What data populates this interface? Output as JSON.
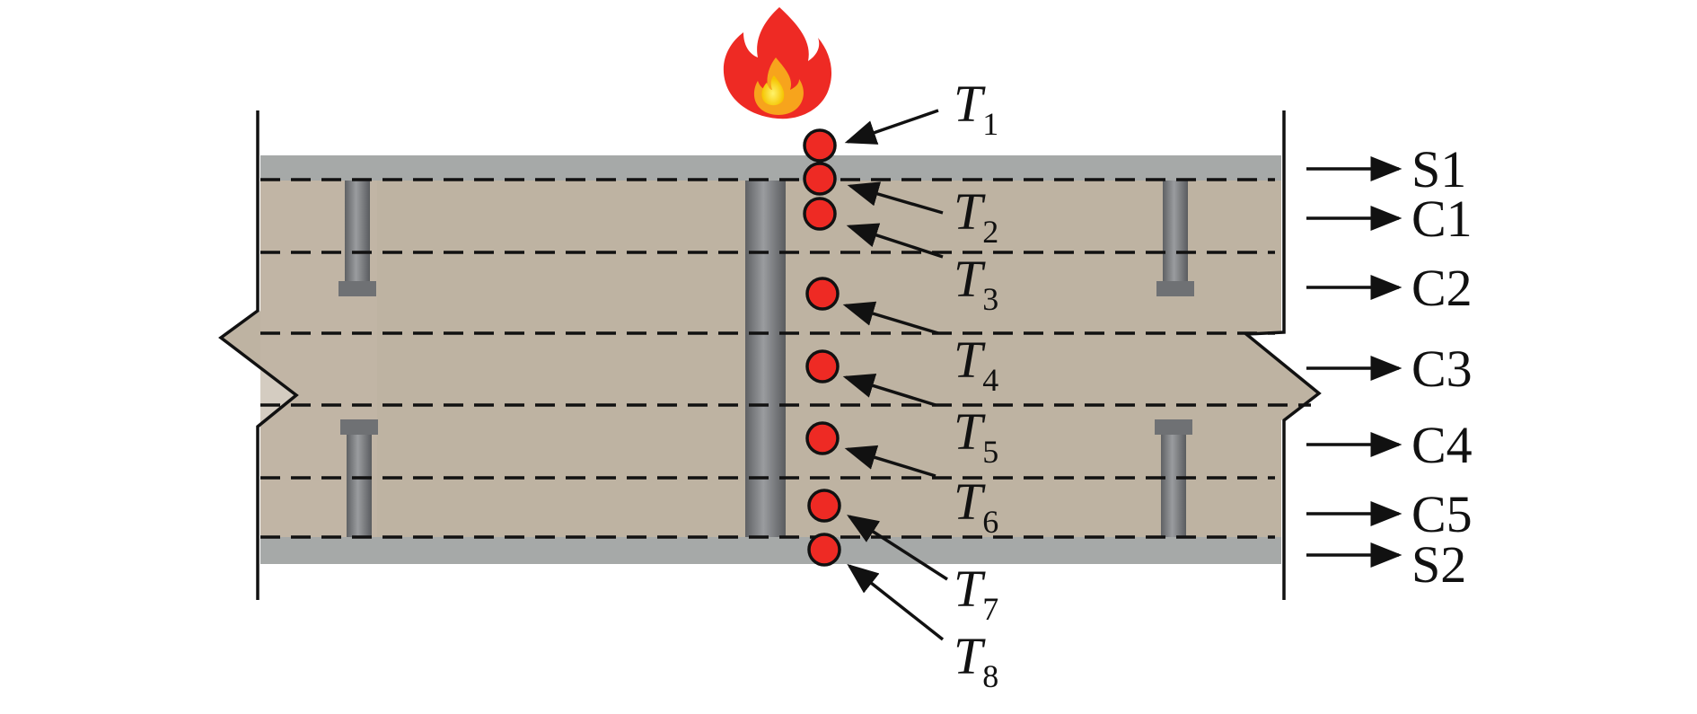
{
  "diagram": {
    "fire_icon": "flame-icon",
    "colors": {
      "steel_plate": "#a6a9a8",
      "concrete": "#beb3a2",
      "stud": "#7b7d80",
      "sensor": "#ee2a24",
      "ink": "#111111"
    },
    "thermocouples": [
      {
        "letter": "T",
        "sub": "1"
      },
      {
        "letter": "T",
        "sub": "2"
      },
      {
        "letter": "T",
        "sub": "3"
      },
      {
        "letter": "T",
        "sub": "4"
      },
      {
        "letter": "T",
        "sub": "5"
      },
      {
        "letter": "T",
        "sub": "6"
      },
      {
        "letter": "T",
        "sub": "7"
      },
      {
        "letter": "T",
        "sub": "8"
      }
    ],
    "layers": [
      "S1",
      "C1",
      "C2",
      "C3",
      "C4",
      "C5",
      "S2"
    ]
  }
}
